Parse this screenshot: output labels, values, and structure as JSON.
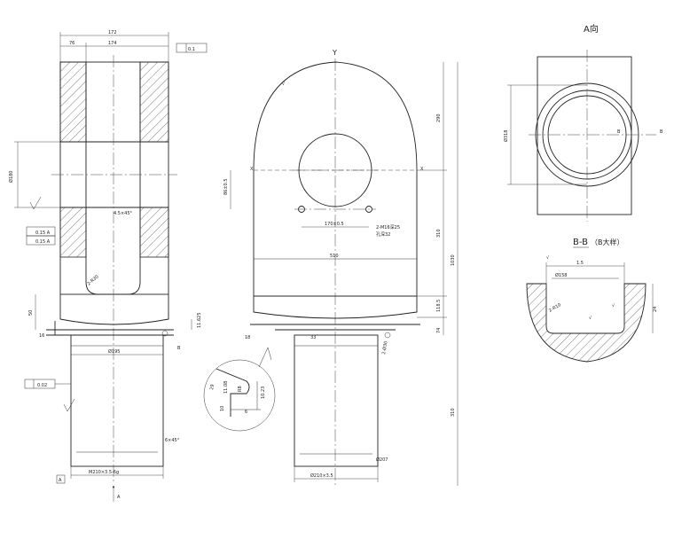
{
  "view_a": {
    "title": "A向"
  },
  "section_bb": {
    "title": "B-B",
    "subtitle": "（B大样）"
  },
  "left_view": {
    "top_total": "172",
    "top_left": "76",
    "top_mid": "174",
    "flatness_tol": "0.1",
    "dia_bore": "Ø180",
    "chamfer": "4.5×45°",
    "fillet": "2-R30",
    "tol_box_1": "0.15 A",
    "tol_box_2": "0.15 A",
    "left_gap": "50",
    "left_small": "16",
    "right_small": "11.625",
    "shaft_dia": "Ø195",
    "runout_tol": "0.02",
    "shaft_chamfer": "6×45°",
    "thread_spec": "M210×3.5-6g",
    "datum": "A",
    "arrow_label": "A"
  },
  "middle_view": {
    "top_axis": "Y",
    "left_axis": "X",
    "right_axis": "X",
    "roughness": "√",
    "dim_upper": "290",
    "dim_mid": "310",
    "dim_total": "1030",
    "dim_small_1": "118.5",
    "dim_small_2": "74",
    "dim_bottom": "310",
    "hole_spacing": "170±0.5",
    "left_height": "86±0.5",
    "hole_note_1": "2-M16深25",
    "hole_note_2": "孔深32",
    "body_width": "510",
    "bottom_left": "18",
    "bottom_mid": "33",
    "bottom_right": "2-Ø30",
    "shaft_spec": "Ø210×3.5",
    "shaft_side": "Ø207"
  },
  "detail_view": {
    "d1": "29",
    "d2": "11.08",
    "d3": "R8",
    "d4": "10.23",
    "d5": "10",
    "d6": "6"
  },
  "right_view": {
    "dia": "Ø318",
    "b_label": "B"
  },
  "section_view": {
    "dim_top": "1.5",
    "dim_width": "Ø158",
    "dim_inner": "2-R10",
    "dim_depth": "24",
    "roughness": "√"
  }
}
